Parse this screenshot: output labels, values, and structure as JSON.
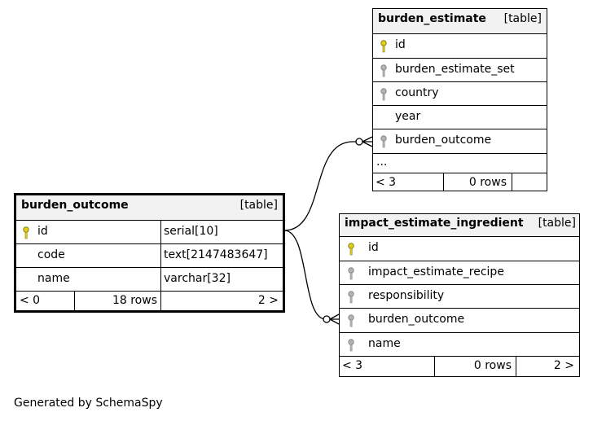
{
  "tables": {
    "burden_estimate": {
      "name": "burden_estimate",
      "kind": "[table]",
      "columns": [
        {
          "name": "id",
          "key": "primary"
        },
        {
          "name": "burden_estimate_set",
          "key": "foreign"
        },
        {
          "name": "country",
          "key": "foreign"
        },
        {
          "name": "year",
          "key": "none"
        },
        {
          "name": "burden_outcome",
          "key": "foreign"
        }
      ],
      "ellipsis": "...",
      "footer": {
        "parents": "< 3",
        "rows": "0 rows",
        "children": ""
      }
    },
    "burden_outcome": {
      "name": "burden_outcome",
      "kind": "[table]",
      "columns": [
        {
          "name": "id",
          "type": "serial[10]",
          "key": "primary"
        },
        {
          "name": "code",
          "type": "text[2147483647]",
          "key": "none"
        },
        {
          "name": "name",
          "type": "varchar[32]",
          "key": "none"
        }
      ],
      "footer": {
        "parents": "< 0",
        "rows": "18 rows",
        "children": "2 >"
      }
    },
    "impact_estimate_ingredient": {
      "name": "impact_estimate_ingredient",
      "kind": "[table]",
      "columns": [
        {
          "name": "id",
          "key": "primary"
        },
        {
          "name": "impact_estimate_recipe",
          "key": "foreign"
        },
        {
          "name": "responsibility",
          "key": "foreign"
        },
        {
          "name": "burden_outcome",
          "key": "foreign"
        },
        {
          "name": "name",
          "key": "foreign"
        }
      ],
      "footer": {
        "parents": "< 3",
        "rows": "0 rows",
        "children": "2 >"
      }
    }
  },
  "key_colors": {
    "primary": "#e0d21a",
    "foreign": "#b3b3b3"
  },
  "caption": "Generated by SchemaSpy"
}
